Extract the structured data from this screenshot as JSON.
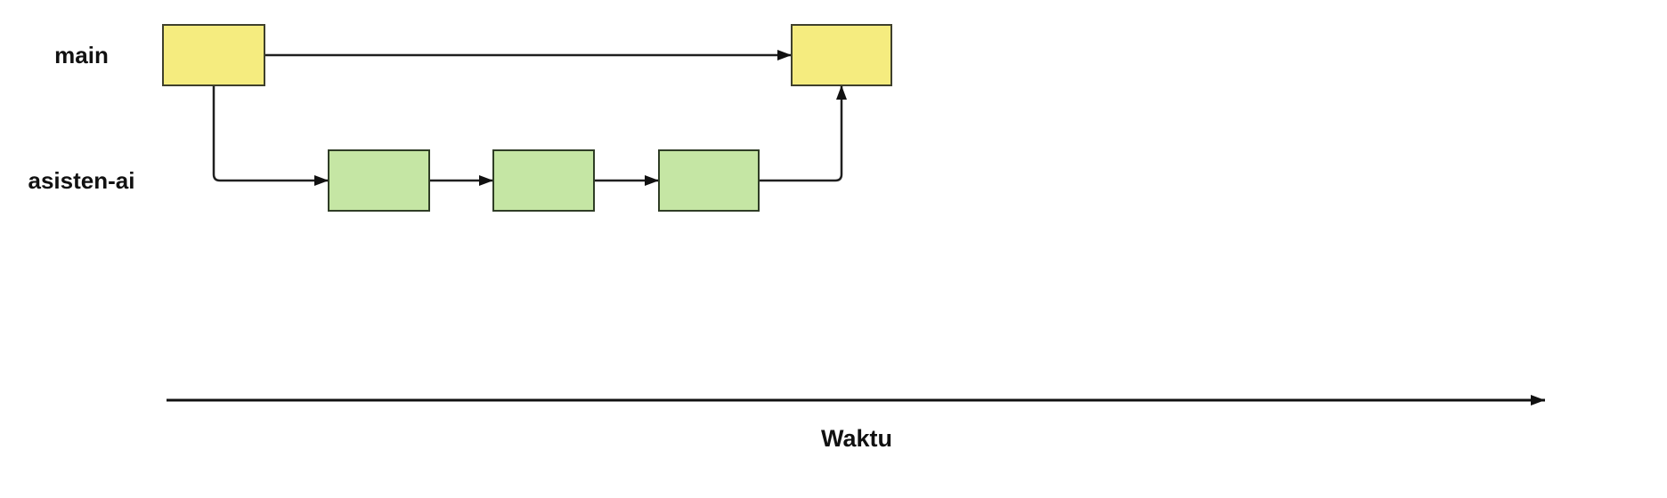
{
  "diagram": {
    "background_color": "#ffffff",
    "line_color": "#1f1f1f",
    "text_color": "#111111",
    "lanes": [
      {
        "label": "main",
        "node_color": "#f5ec7f",
        "node_count": 2
      },
      {
        "label": "asisten-ai",
        "node_color": "#c5e6a4",
        "node_count": 3
      }
    ],
    "axis": {
      "label": "Waktu"
    }
  }
}
